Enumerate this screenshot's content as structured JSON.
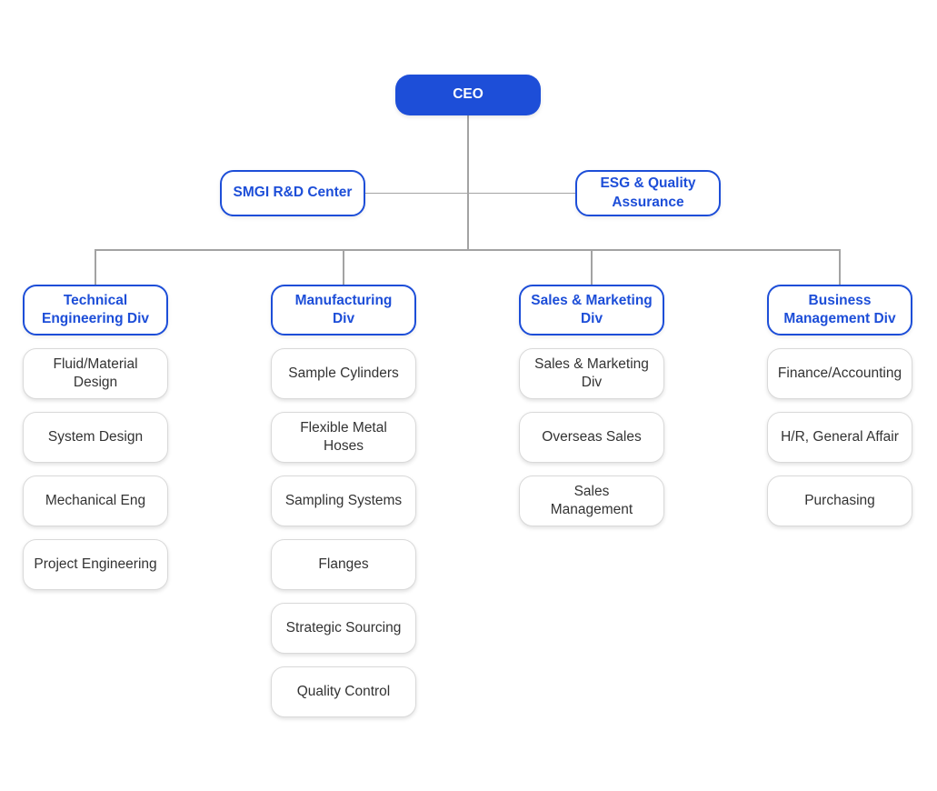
{
  "org_chart": {
    "ceo": {
      "label": "CEO"
    },
    "staff_nodes": [
      {
        "label": "SMGI R&D Center"
      },
      {
        "label": "ESG & Quality\nAssurance"
      }
    ],
    "divisions": [
      {
        "label": "Technical\nEngineering Div",
        "teams": [
          "Fluid/Material\nDesign",
          "System Design",
          "Mechanical Eng",
          "Project Engineering"
        ]
      },
      {
        "label": "Manufacturing\nDiv",
        "teams": [
          "Sample Cylinders",
          "Flexible Metal\nHoses",
          "Sampling Systems",
          "Flanges",
          "Strategic Sourcing",
          "Quality Control"
        ]
      },
      {
        "label": "Sales & Marketing\nDiv",
        "teams": [
          "Sales & Marketing\nDiv",
          "Overseas Sales",
          "Sales\nManagement"
        ]
      },
      {
        "label": "Business\nManagement Div",
        "teams": [
          "Finance/Accounting",
          "H/R, General Affair",
          "Purchasing"
        ]
      }
    ],
    "colors": {
      "primary_blue": "#1d4ed8",
      "connector_gray": "#a3a3a3",
      "team_box_border": "#d9d9d9",
      "team_text": "#333333"
    }
  }
}
